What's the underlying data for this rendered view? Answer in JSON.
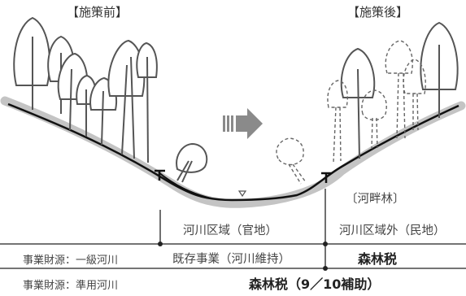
{
  "labels": {
    "before": "【施策前】",
    "after": "【施策後】",
    "riparian_forest": "〔河畔林〕",
    "river_area": "河川区域（官地）",
    "outside_area": "河川区域外（民地）",
    "funding_class1": "事業財源：一級河川",
    "existing_project": "既存事業（河川維持）",
    "forest_tax": "森林税",
    "funding_semi": "事業財源：準用河川",
    "forest_tax_subsidy": "森林税（9／10補助）"
  },
  "colors": {
    "ground_band": "#c4c4c4",
    "ground_line": "#111111",
    "arrow": "#8a8a8a",
    "tree_stroke": "#555555",
    "table_line": "#222222"
  }
}
